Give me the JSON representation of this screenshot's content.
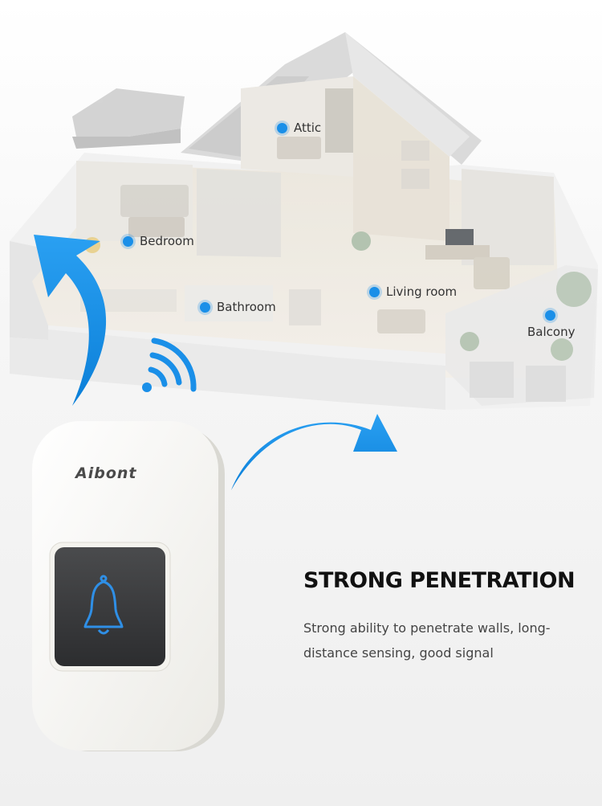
{
  "brand": {
    "logo_text": "Aibont"
  },
  "rooms": {
    "attic": "Attic",
    "bedroom": "Bedroom",
    "bathroom": "Bathroom",
    "living_room": "Living room",
    "balcony": "Balcony"
  },
  "feature": {
    "title": "STRONG PENETRATION",
    "description": "Strong ability to penetrate walls, long-distance sensing, good signal"
  },
  "icons": {
    "device_button": "bell-icon",
    "signal": "wifi-signal-icon",
    "arrows": "curved-arrow-icon"
  },
  "colors": {
    "accent_blue": "#1a8fe8",
    "device_white": "#fbfaf6",
    "button_dark": "#3a3b3d",
    "bell_glow": "#2f8fe6"
  }
}
